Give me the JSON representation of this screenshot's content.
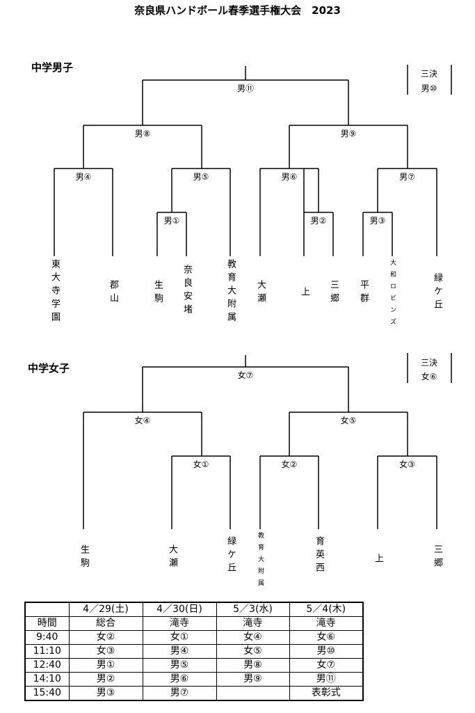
{
  "title": "奈良県ハンドボール春季選手権大会　2023",
  "boys": {
    "heading": "中学男子",
    "matches": [
      "男⑪",
      "男⑧",
      "男⑨",
      "男④",
      "男⑤",
      "男⑥",
      "男⑦",
      "男①",
      "男②",
      "男③"
    ],
    "third_place": {
      "label": "三決",
      "match": "男⑩"
    },
    "teams": [
      "東大寺学園",
      "郡山",
      "生駒",
      "奈良安堵",
      "教育大附属",
      "大瀬",
      "上",
      "三郷",
      "平群",
      "大和ロビンズ",
      "緑ケ丘"
    ]
  },
  "girls": {
    "heading": "中学女子",
    "matches": [
      "女⑦",
      "女④",
      "女⑤",
      "女①",
      "女②",
      "女③"
    ],
    "third_place": {
      "label": "三決",
      "match": "女⑥"
    },
    "teams": [
      "生駒",
      "大瀬",
      "緑ケ丘",
      "教育大附属",
      "育英西",
      "上",
      "三郷"
    ]
  },
  "schedule": {
    "headers": [
      "",
      "4／29(土)",
      "4／30(日)",
      "5／3(水)",
      "5／4(木)"
    ],
    "venue_row": [
      "時間",
      "総合",
      "滝寺",
      "滝寺",
      "滝寺"
    ],
    "rows": [
      [
        "9:40",
        "女②",
        "女①",
        "女④",
        "女⑥"
      ],
      [
        "11:10",
        "女③",
        "男④",
        "女⑤",
        "男⑩"
      ],
      [
        "12:40",
        "男①",
        "男⑤",
        "男⑧",
        "女⑦"
      ],
      [
        "14:10",
        "男②",
        "男⑥",
        "男⑨",
        "男⑪"
      ],
      [
        "15:40",
        "男③",
        "男⑦",
        "",
        "表彰式"
      ]
    ]
  }
}
